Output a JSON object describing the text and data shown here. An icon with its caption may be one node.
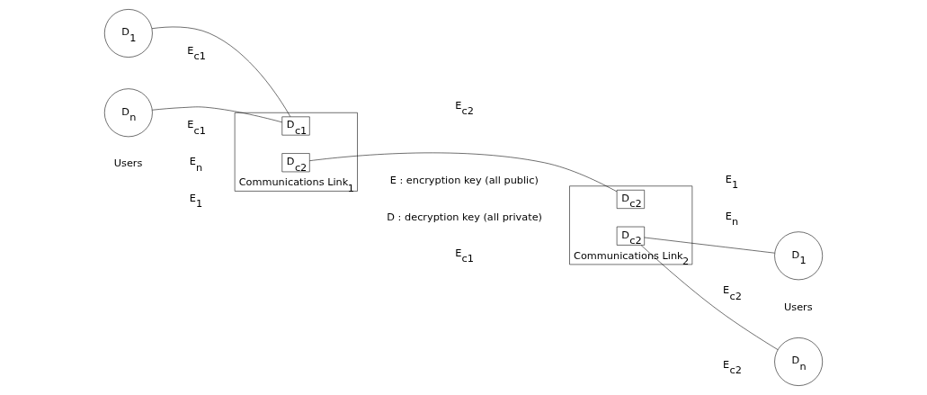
{
  "diagram": {
    "nodes": [
      {
        "text": [
          "D$_{1}$"
        ]
      },
      {
        "text": [
          "D$_{n}$"
        ]
      },
      {
        "text": [
          "Communications Link$_{1}$"
        ]
      },
      {
        "text": [
          "D$_{c1}$"
        ],
        "in": 2
      },
      {
        "text": [
          "D$_{c2}$"
        ],
        "in": 2
      },
      {
        "text": [
          "Communications Link$_{2}$"
        ]
      },
      {
        "text": [
          "D$_{c2}$"
        ],
        "in": 5
      },
      {
        "text": [
          "D$_{c2}$"
        ],
        "in": 5
      },
      {
        "text": [
          "D$_{1}$"
        ]
      },
      {
        "text": [
          "D$_{n}$"
        ]
      }
    ],
    "edges": [
      {
        "from": 0,
        "to": 3,
        "arrow": "none"
      },
      {
        "from": 1,
        "to": 3,
        "arrow": "none"
      },
      {
        "from": 4,
        "to": 6,
        "arrow": "none"
      },
      {
        "from": 7,
        "to": 8,
        "arrow": "none"
      },
      {
        "from": 7,
        "to": 9,
        "arrow": "none"
      }
    ],
    "labels": [
      "E : encryption key (all public)",
      "D : decryption key (all private)",
      "E$_{c1}$",
      "E$_{1}$",
      "E$_{n}$",
      "E$_{c1}$",
      "E$_{c2}$",
      "E$_{c1}$",
      "E$_{c2}$",
      "E$_{1}$",
      "E$_{n}$",
      "E$_{c2}$",
      "Users",
      "Users"
    ]
  }
}
